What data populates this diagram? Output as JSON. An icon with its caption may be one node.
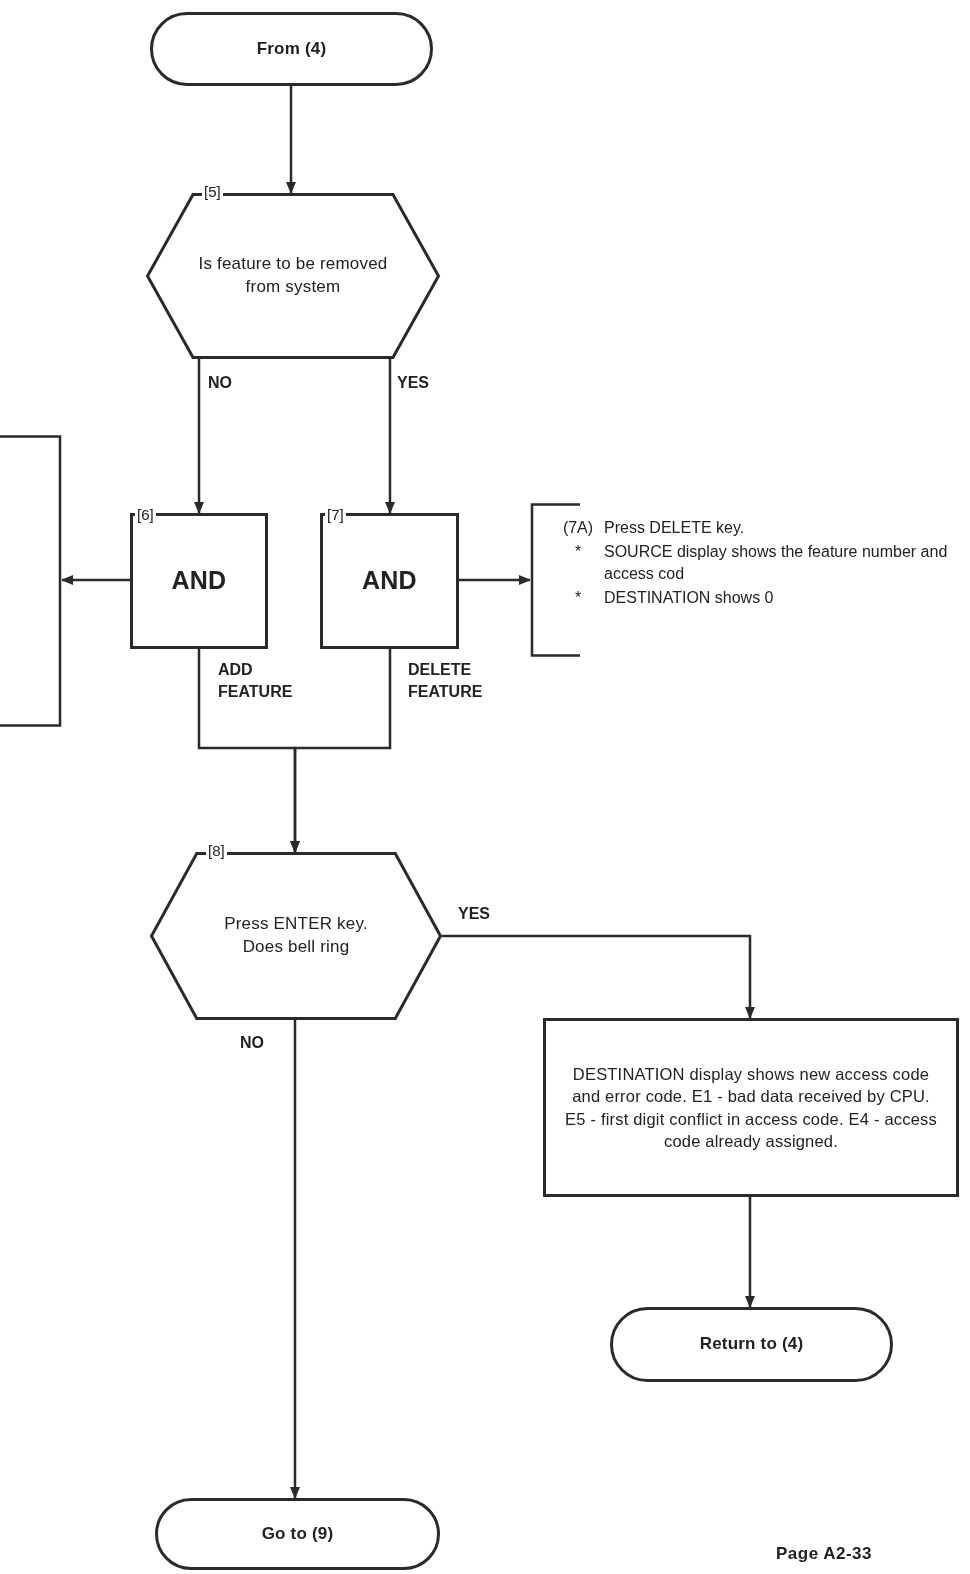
{
  "diagram": {
    "nodes": [
      {
        "text": [
          "From (4)"
        ]
      },
      {
        "text": [
          "[5]",
          "Is feature to be removed from system"
        ]
      },
      {
        "text": [
          "[6]",
          "AND"
        ]
      },
      {
        "text": [
          "[7]",
          "AND"
        ]
      },
      {
        "text": [],
        "shape": "bracket"
      },
      {
        "text": [
          "(7A)",
          "Press DELETE key.",
          "*",
          "SOURCE display shows the feature number and access cod",
          "*",
          "DESTINATION shows 0"
        ]
      },
      {
        "text": [
          "[8]",
          "Press ENTER key. Does bell ring"
        ]
      },
      {
        "text": [
          "DESTINATION display shows new access code and error code. E1 - bad data received by CPU. E5 - first digit conflict in access code. E4 - access code already assigned."
        ]
      },
      {
        "text": [
          "Return to (4)"
        ]
      },
      {
        "text": [
          "Go to (9)"
        ]
      }
    ],
    "edges": [
      {
        "from": 0,
        "to": 1,
        "arrow": "to"
      },
      {
        "from": 1,
        "to": 2,
        "arrow": "to",
        "label": "NO"
      },
      {
        "from": 1,
        "to": 3,
        "arrow": "to",
        "label": "YES"
      },
      {
        "from": 2,
        "to": 4,
        "arrow": "to"
      },
      {
        "from": 3,
        "to": 5,
        "arrow": "to"
      },
      {
        "from": 2,
        "to": 6,
        "arrow": "to",
        "label": "ADD FEATURE"
      },
      {
        "from": 3,
        "to": 6,
        "arrow": "to",
        "label": "DELETE FEATURE"
      },
      {
        "from": 6,
        "to": 7,
        "arrow": "to",
        "label": "YES"
      },
      {
        "from": 6,
        "to": 9,
        "arrow": "to",
        "label": "NO"
      },
      {
        "from": 7,
        "to": 8,
        "arrow": "to"
      }
    ],
    "labels": [
      "Page A2-33"
    ]
  }
}
